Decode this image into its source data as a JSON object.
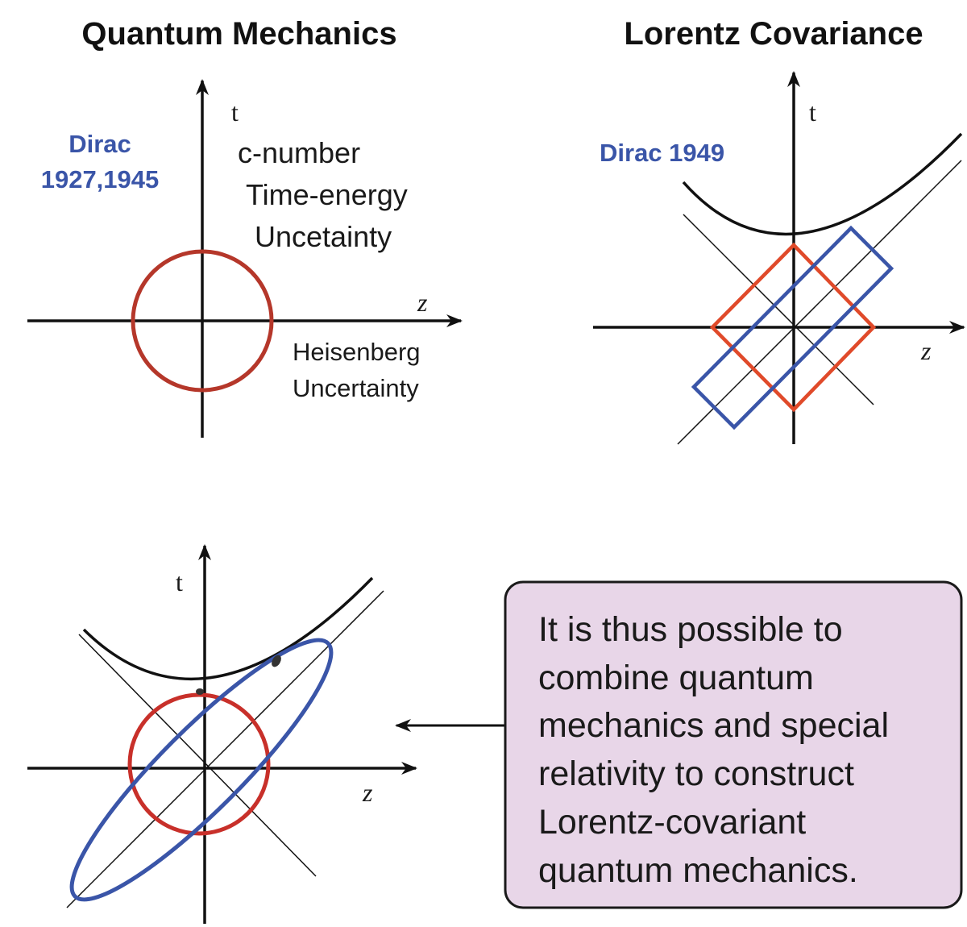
{
  "panels": {
    "quantum": {
      "title": "Quantum Mechanics",
      "blue_label": [
        "Dirac",
        "1927,1945"
      ],
      "axis_t": "t",
      "axis_z": "z",
      "note_top": [
        "c-number",
        "Time-energy",
        "Uncetainty"
      ],
      "note_bottom": [
        "Heisenberg",
        "Uncertainty"
      ]
    },
    "lorentz": {
      "title": "Lorentz Covariance",
      "blue_label": "Dirac 1949",
      "axis_t": "t",
      "axis_z": "z"
    },
    "combined": {
      "axis_t": "t",
      "axis_z": "z"
    }
  },
  "callout": {
    "lines": [
      "It is thus possible to",
      "combine quantum",
      "mechanics and special",
      "relativity to construct",
      "Lorentz-covariant",
      "quantum mechanics."
    ]
  },
  "colors": {
    "circle": "#c0392b",
    "square": "#e04a2a",
    "blue": "#3a55a8",
    "box_fill": "#e8d6e8",
    "line": "#111111"
  }
}
